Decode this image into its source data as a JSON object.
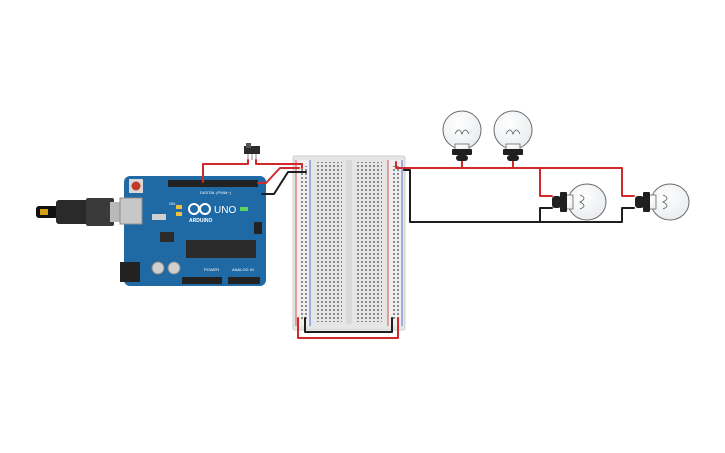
{
  "arduino": {
    "brand": "ARDUINO",
    "model": "UNO",
    "digital_label": "DIGITAL (PWM~)",
    "power_label": "POWER",
    "analog_label": "ANALOG IN",
    "on_label": "ON",
    "board_color": "#1f6aa5"
  },
  "breadboard": {
    "rows": 30
  },
  "wire_colors": {
    "red": "#d22a2a",
    "black": "#1e1e1e"
  },
  "components": {
    "switch": "slide-switch",
    "bulbs": [
      "bulb-1",
      "bulb-2",
      "bulb-3",
      "bulb-4"
    ]
  }
}
